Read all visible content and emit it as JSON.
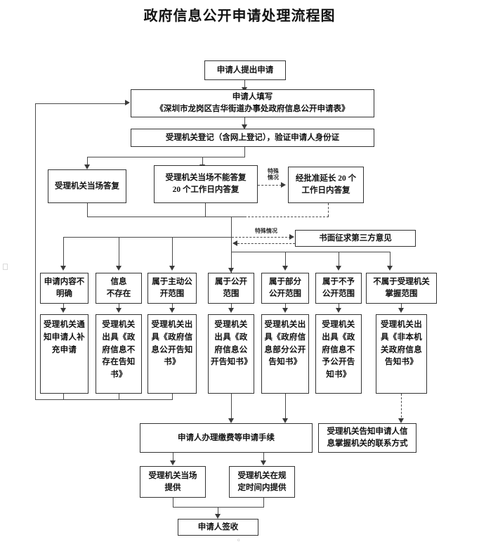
{
  "title": "政府信息公开申请处理流程图",
  "nodes": {
    "apply": "申请人提出申请",
    "fill_line1": "申请人填写",
    "fill_line2": "《深圳市龙岗区吉华街道办事处政府信息公开申请表》",
    "register": "受理机关登记（含网上登记），验证申请人身份证",
    "onsite_reply": "受理机关当场答复",
    "no_onsite_line1": "受理机关当场不能答复",
    "no_onsite_line2": "20 个工作日内答复",
    "extend_line1": "经批准延长 20 个",
    "extend_line2": "工作日内答复",
    "third_party": "书面征求第三方意见",
    "cat_unclear_l1": "申请内容不",
    "cat_unclear_l2": "明确",
    "cat_notexist_l1": "信息",
    "cat_notexist_l2": "不存在",
    "cat_proactive_l1": "属于主动公",
    "cat_proactive_l2": "开范围",
    "cat_public_l1": "属于公开",
    "cat_public_l2": "范围",
    "cat_partial_l1": "属于部分",
    "cat_partial_l2": "公开范围",
    "cat_nonpublic_l1": "属于不予",
    "cat_nonpublic_l2": "公开范围",
    "cat_notheld_l1": "不属于受理机关",
    "cat_notheld_l2": "掌握范围",
    "act_supplement": "受理机关通知申请人补充申请",
    "act_notexist": "受理机关出具《政府信息不存在告知书》",
    "act_proactive": "受理机关出具《政府信息公开告知书》",
    "act_public": "受理机关出具《政府信息公开告知书》",
    "act_partial": "受理机关出具《政府信息部分公开告知书》",
    "act_nonpublic": "受理机关出具《政府信息不予公开告知书》",
    "act_notheld": "受理机关出具《非本机关政府信息告知书》",
    "fee": "申请人办理缴费等申请手续",
    "inform_contact_l1": "受理机关告知申请人信",
    "inform_contact_l2": "息掌握机关的联系方式",
    "provide_onsite_l1": "受理机关当场",
    "provide_onsite_l2": "提供",
    "provide_intime_l1": "受理机关在规",
    "provide_intime_l2": "定时间内提供",
    "receipt": "申请人签收"
  },
  "labels": {
    "special_case_1_l1": "特殊",
    "special_case_1_l2": "情况",
    "special_case_2": "特殊情况"
  },
  "colors": {
    "border": "#333333",
    "line": "#4a4a4a",
    "text": "#111111",
    "background": "#ffffff"
  }
}
